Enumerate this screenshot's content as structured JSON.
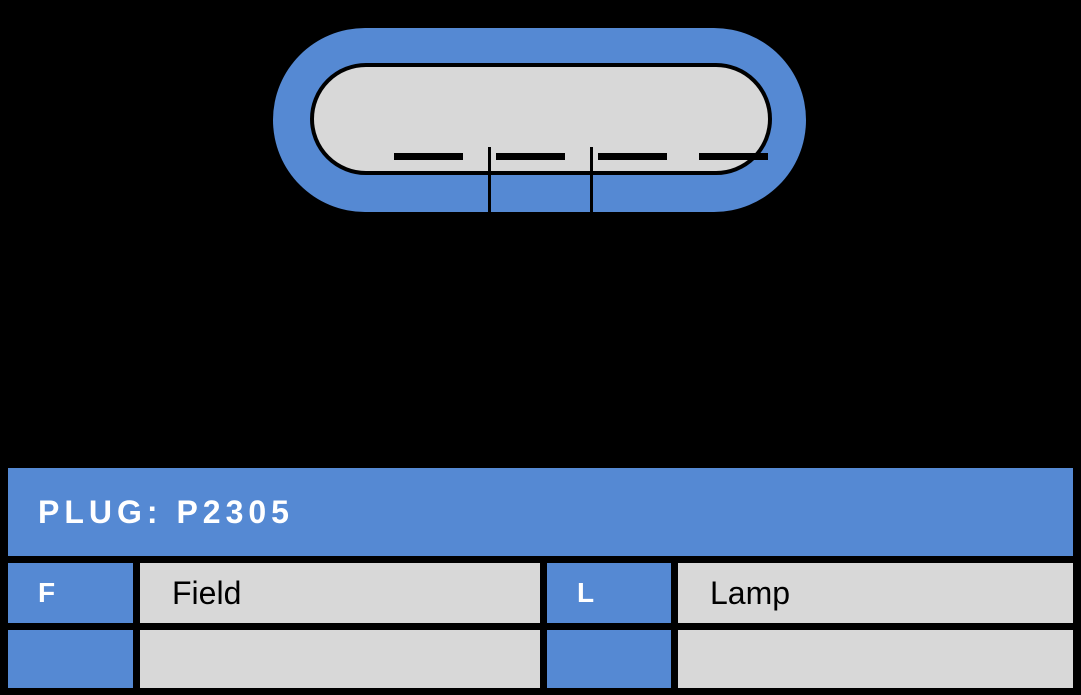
{
  "colors": {
    "accent_blue": "#5589D3",
    "cell_gray": "#D8D8D8",
    "background_black": "#000000",
    "text_light": "#FFFFFF",
    "text_dark": "#000000"
  },
  "connector": {
    "pin_count": 4,
    "leader_line_count": 2
  },
  "table": {
    "title": "PLUG: P2305",
    "rows": [
      {
        "cells": [
          {
            "key": "F",
            "value": "Field"
          },
          {
            "key": "L",
            "value": "Lamp"
          }
        ]
      },
      {
        "cells": [
          {
            "key": "",
            "value": ""
          },
          {
            "key": "",
            "value": ""
          }
        ]
      }
    ]
  }
}
